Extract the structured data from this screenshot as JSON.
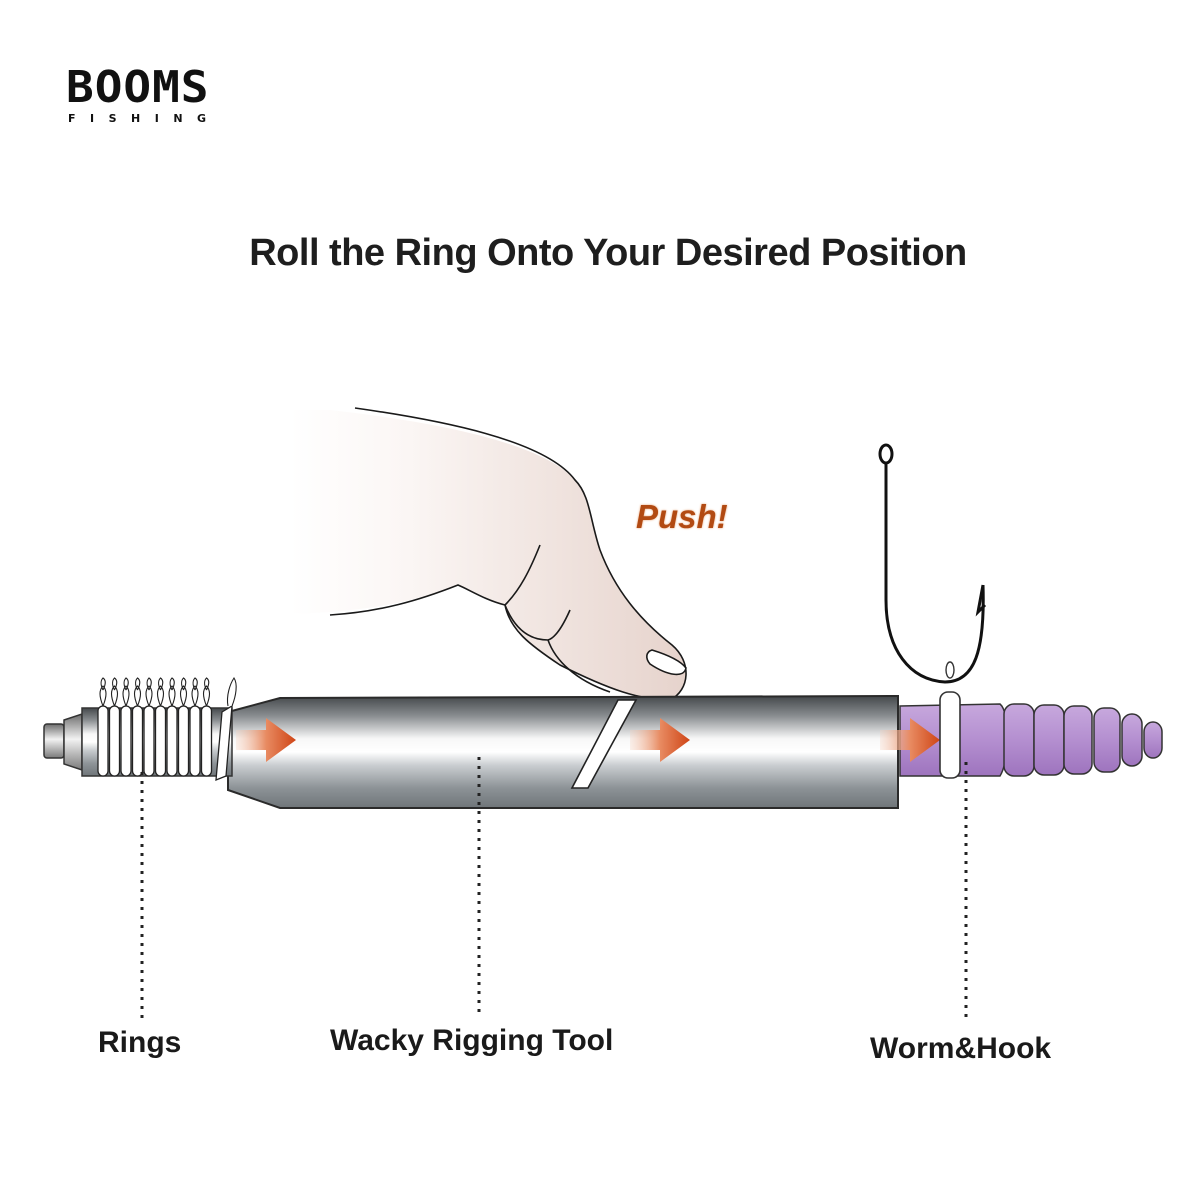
{
  "brand": {
    "name": "BOOMS",
    "tagline": "FISHING"
  },
  "title": "Roll the Ring Onto Your Desired Position",
  "annotation": "Push!",
  "labels": {
    "rings": "Rings",
    "tool": "Wacky Rigging Tool",
    "worm_hook": "Worm&Hook"
  },
  "colors": {
    "arrow": "#d4501e",
    "tool_dark": "#555a5e",
    "tool_light": "#f4f4f4",
    "worm": "#b08acc",
    "finger": "#ecdbd4",
    "push_text": "#b24a12"
  }
}
